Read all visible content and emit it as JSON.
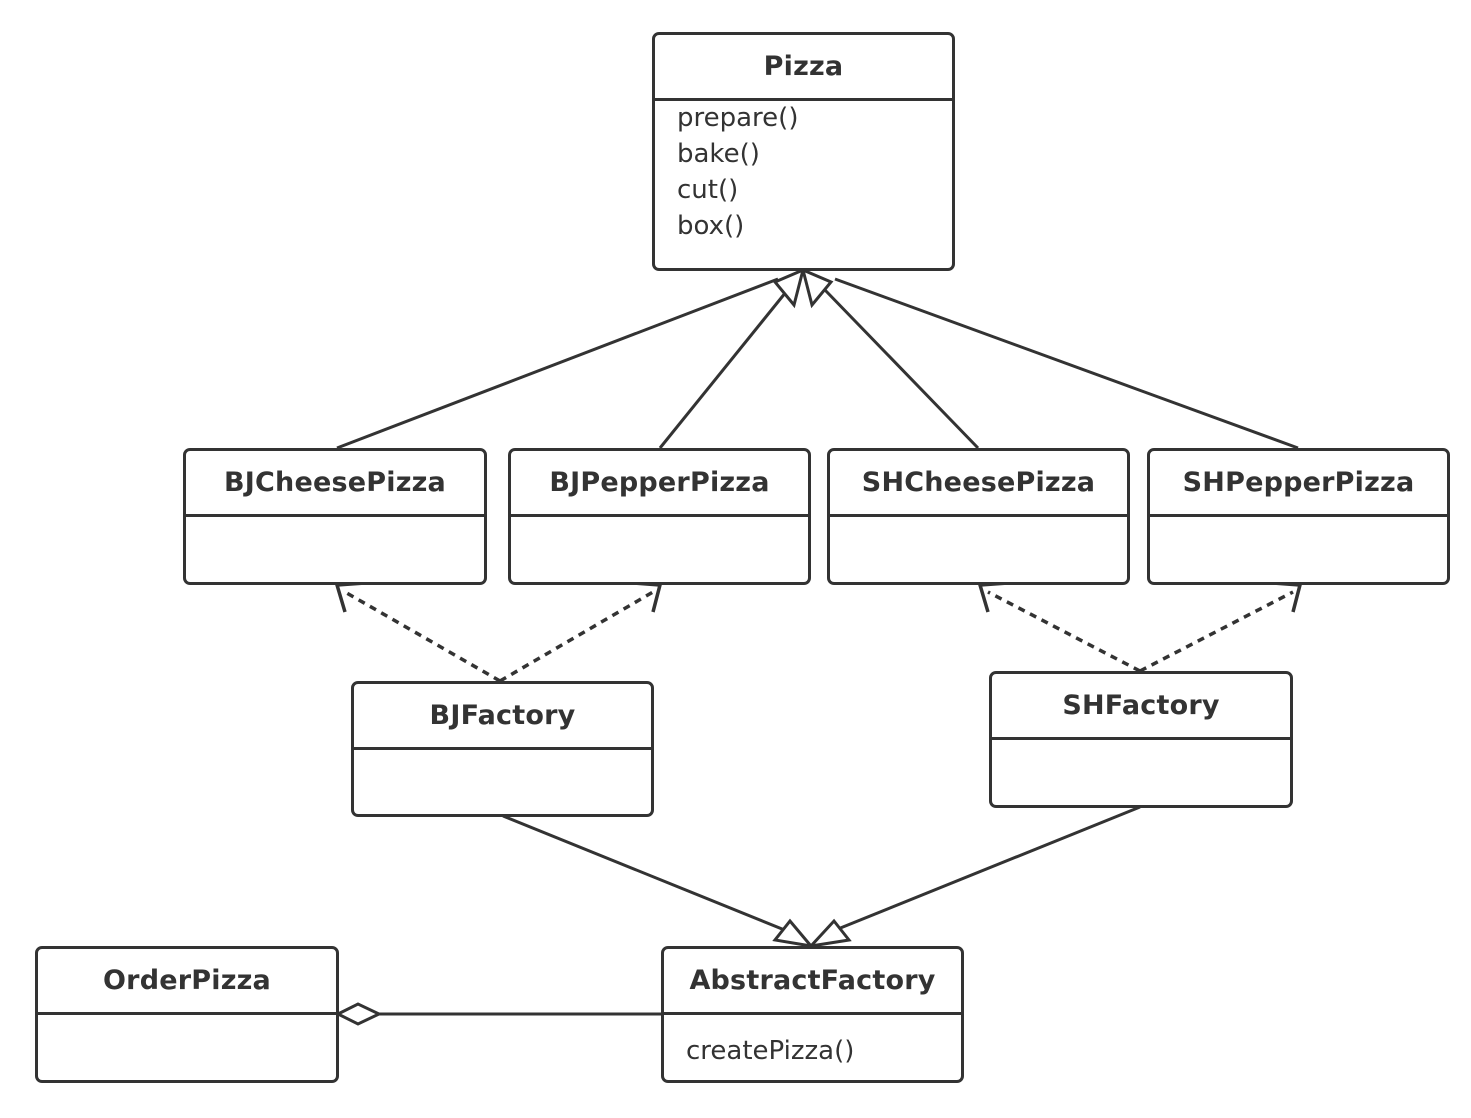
{
  "classes": {
    "pizza": {
      "name": "Pizza",
      "methods": [
        "prepare()",
        "bake()",
        "cut()",
        "box()"
      ]
    },
    "bj_cheese_pizza": {
      "name": "BJCheesePizza",
      "methods": []
    },
    "bj_pepper_pizza": {
      "name": "BJPepperPizza",
      "methods": []
    },
    "sh_cheese_pizza": {
      "name": "SHCheesePizza",
      "methods": []
    },
    "sh_pepper_pizza": {
      "name": "SHPepperPizza",
      "methods": []
    },
    "bj_factory": {
      "name": "BJFactory",
      "methods": []
    },
    "sh_factory": {
      "name": "SHFactory",
      "methods": []
    },
    "order_pizza": {
      "name": "OrderPizza",
      "methods": []
    },
    "abstract_factory": {
      "name": "AbstractFactory",
      "methods": [
        "createPizza()"
      ]
    }
  },
  "relations": [
    {
      "type": "generalization",
      "from": "bj_cheese_pizza",
      "to": "pizza"
    },
    {
      "type": "generalization",
      "from": "bj_pepper_pizza",
      "to": "pizza"
    },
    {
      "type": "generalization",
      "from": "sh_cheese_pizza",
      "to": "pizza"
    },
    {
      "type": "generalization",
      "from": "sh_pepper_pizza",
      "to": "pizza"
    },
    {
      "type": "dependency",
      "from": "bj_factory",
      "to": "bj_cheese_pizza"
    },
    {
      "type": "dependency",
      "from": "bj_factory",
      "to": "bj_pepper_pizza"
    },
    {
      "type": "dependency",
      "from": "sh_factory",
      "to": "sh_cheese_pizza"
    },
    {
      "type": "dependency",
      "from": "sh_factory",
      "to": "sh_pepper_pizza"
    },
    {
      "type": "generalization",
      "from": "bj_factory",
      "to": "abstract_factory"
    },
    {
      "type": "generalization",
      "from": "sh_factory",
      "to": "abstract_factory"
    },
    {
      "type": "aggregation",
      "from": "abstract_factory",
      "to": "order_pizza"
    }
  ],
  "colors": {
    "line": "#333333",
    "background": "#ffffff"
  }
}
